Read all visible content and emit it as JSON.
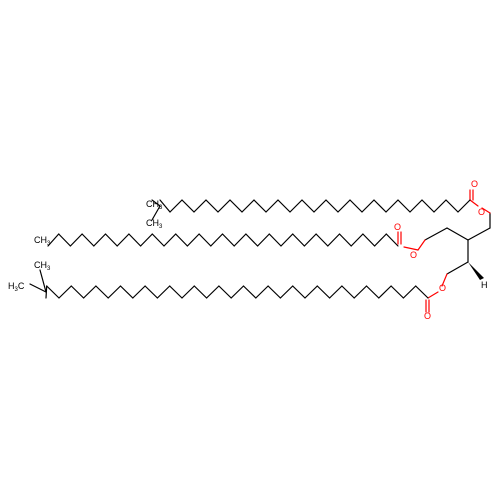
{
  "diagram": {
    "type": "chemical-structure",
    "labels": {
      "ester1_carbonyl_O": "O",
      "ester1_ring_O": "O",
      "ester2_carbonyl_O": "O",
      "ester2_ring_O": "O",
      "ester3_carbonyl_O": "O",
      "ester3_ring_O": "O",
      "stereo_H": "H",
      "chain1_methyl_top": "CH",
      "chain1_methyl_top_sub": "3",
      "chain1_methyl_bottom": "CH",
      "chain1_methyl_bottom_sub": "3",
      "chain2_terminal": "CH",
      "chain2_terminal_sub": "3",
      "chain3_terminal": "H",
      "chain3_terminal_C": "C",
      "chain3_terminal_sub": "3",
      "chain3_methyl": "CH",
      "chain3_methyl_sub": "3"
    },
    "colors": {
      "bond": "#000000",
      "oxygen": "#ff0000"
    }
  }
}
